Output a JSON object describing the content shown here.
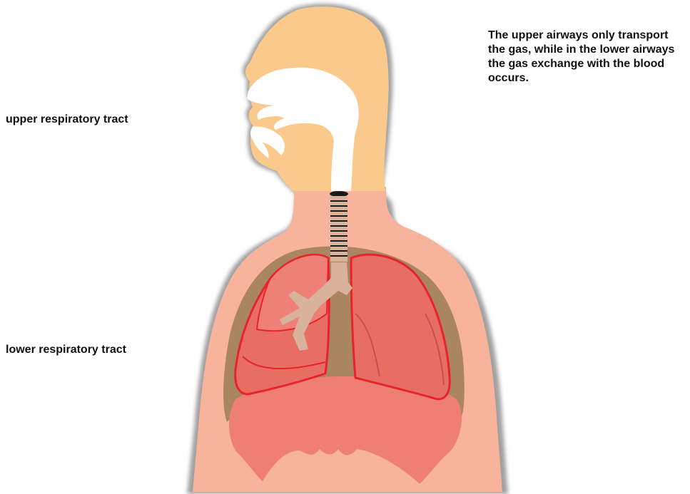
{
  "labels": {
    "upper_tract": "upper respiratory tract",
    "lower_tract": "lower respiratory tract"
  },
  "caption": "The upper airways only transport the gas, while in the lower airways the gas exchange with the blood occurs.",
  "colors": {
    "head_skin": "#fcc98c",
    "torso_skin": "#f7b39b",
    "outline_shadow": "#9a9a9a",
    "airway": "#ffffff",
    "trachea_ring": "#1a1a1a",
    "chest_cavity": "#a98660",
    "lung_fill": "#e86d63",
    "lung_outline": "#e8232a",
    "bronchi": "#d8b29a",
    "diaphragm": "#ef7f72"
  }
}
